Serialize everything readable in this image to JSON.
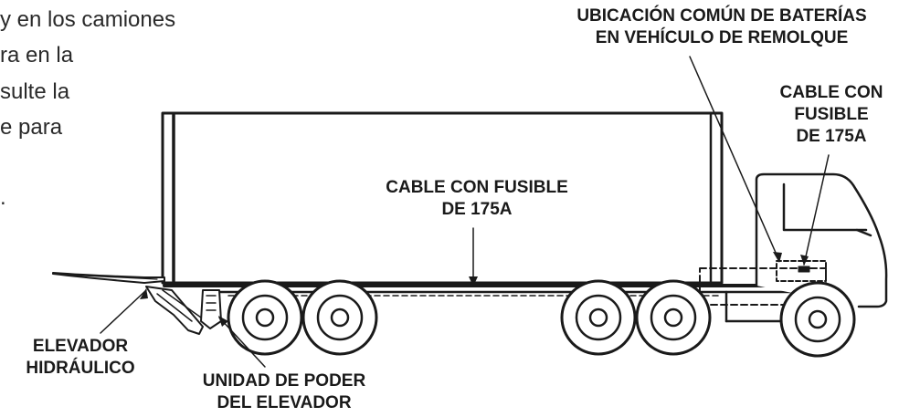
{
  "intro_text": [
    "y en los camiones",
    "ra en la",
    "sulte la",
    "e para",
    "."
  ],
  "labels": {
    "battery_location": [
      "UBICACIÓN COMÚN DE BATERÍAS",
      "EN VEHÍCULO DE REMOLQUE"
    ],
    "fused_cable_cab": [
      "CABLE CON",
      "FUSIBLE",
      "DE 175A"
    ],
    "fused_cable_main": [
      "CABLE CON FUSIBLE",
      "DE 175A"
    ],
    "hydraulic_lift": [
      "ELEVADOR",
      "HIDRÁULICO"
    ],
    "lift_power_unit": [
      "UNIDAD DE PODER",
      "DEL ELEVADOR"
    ]
  }
}
